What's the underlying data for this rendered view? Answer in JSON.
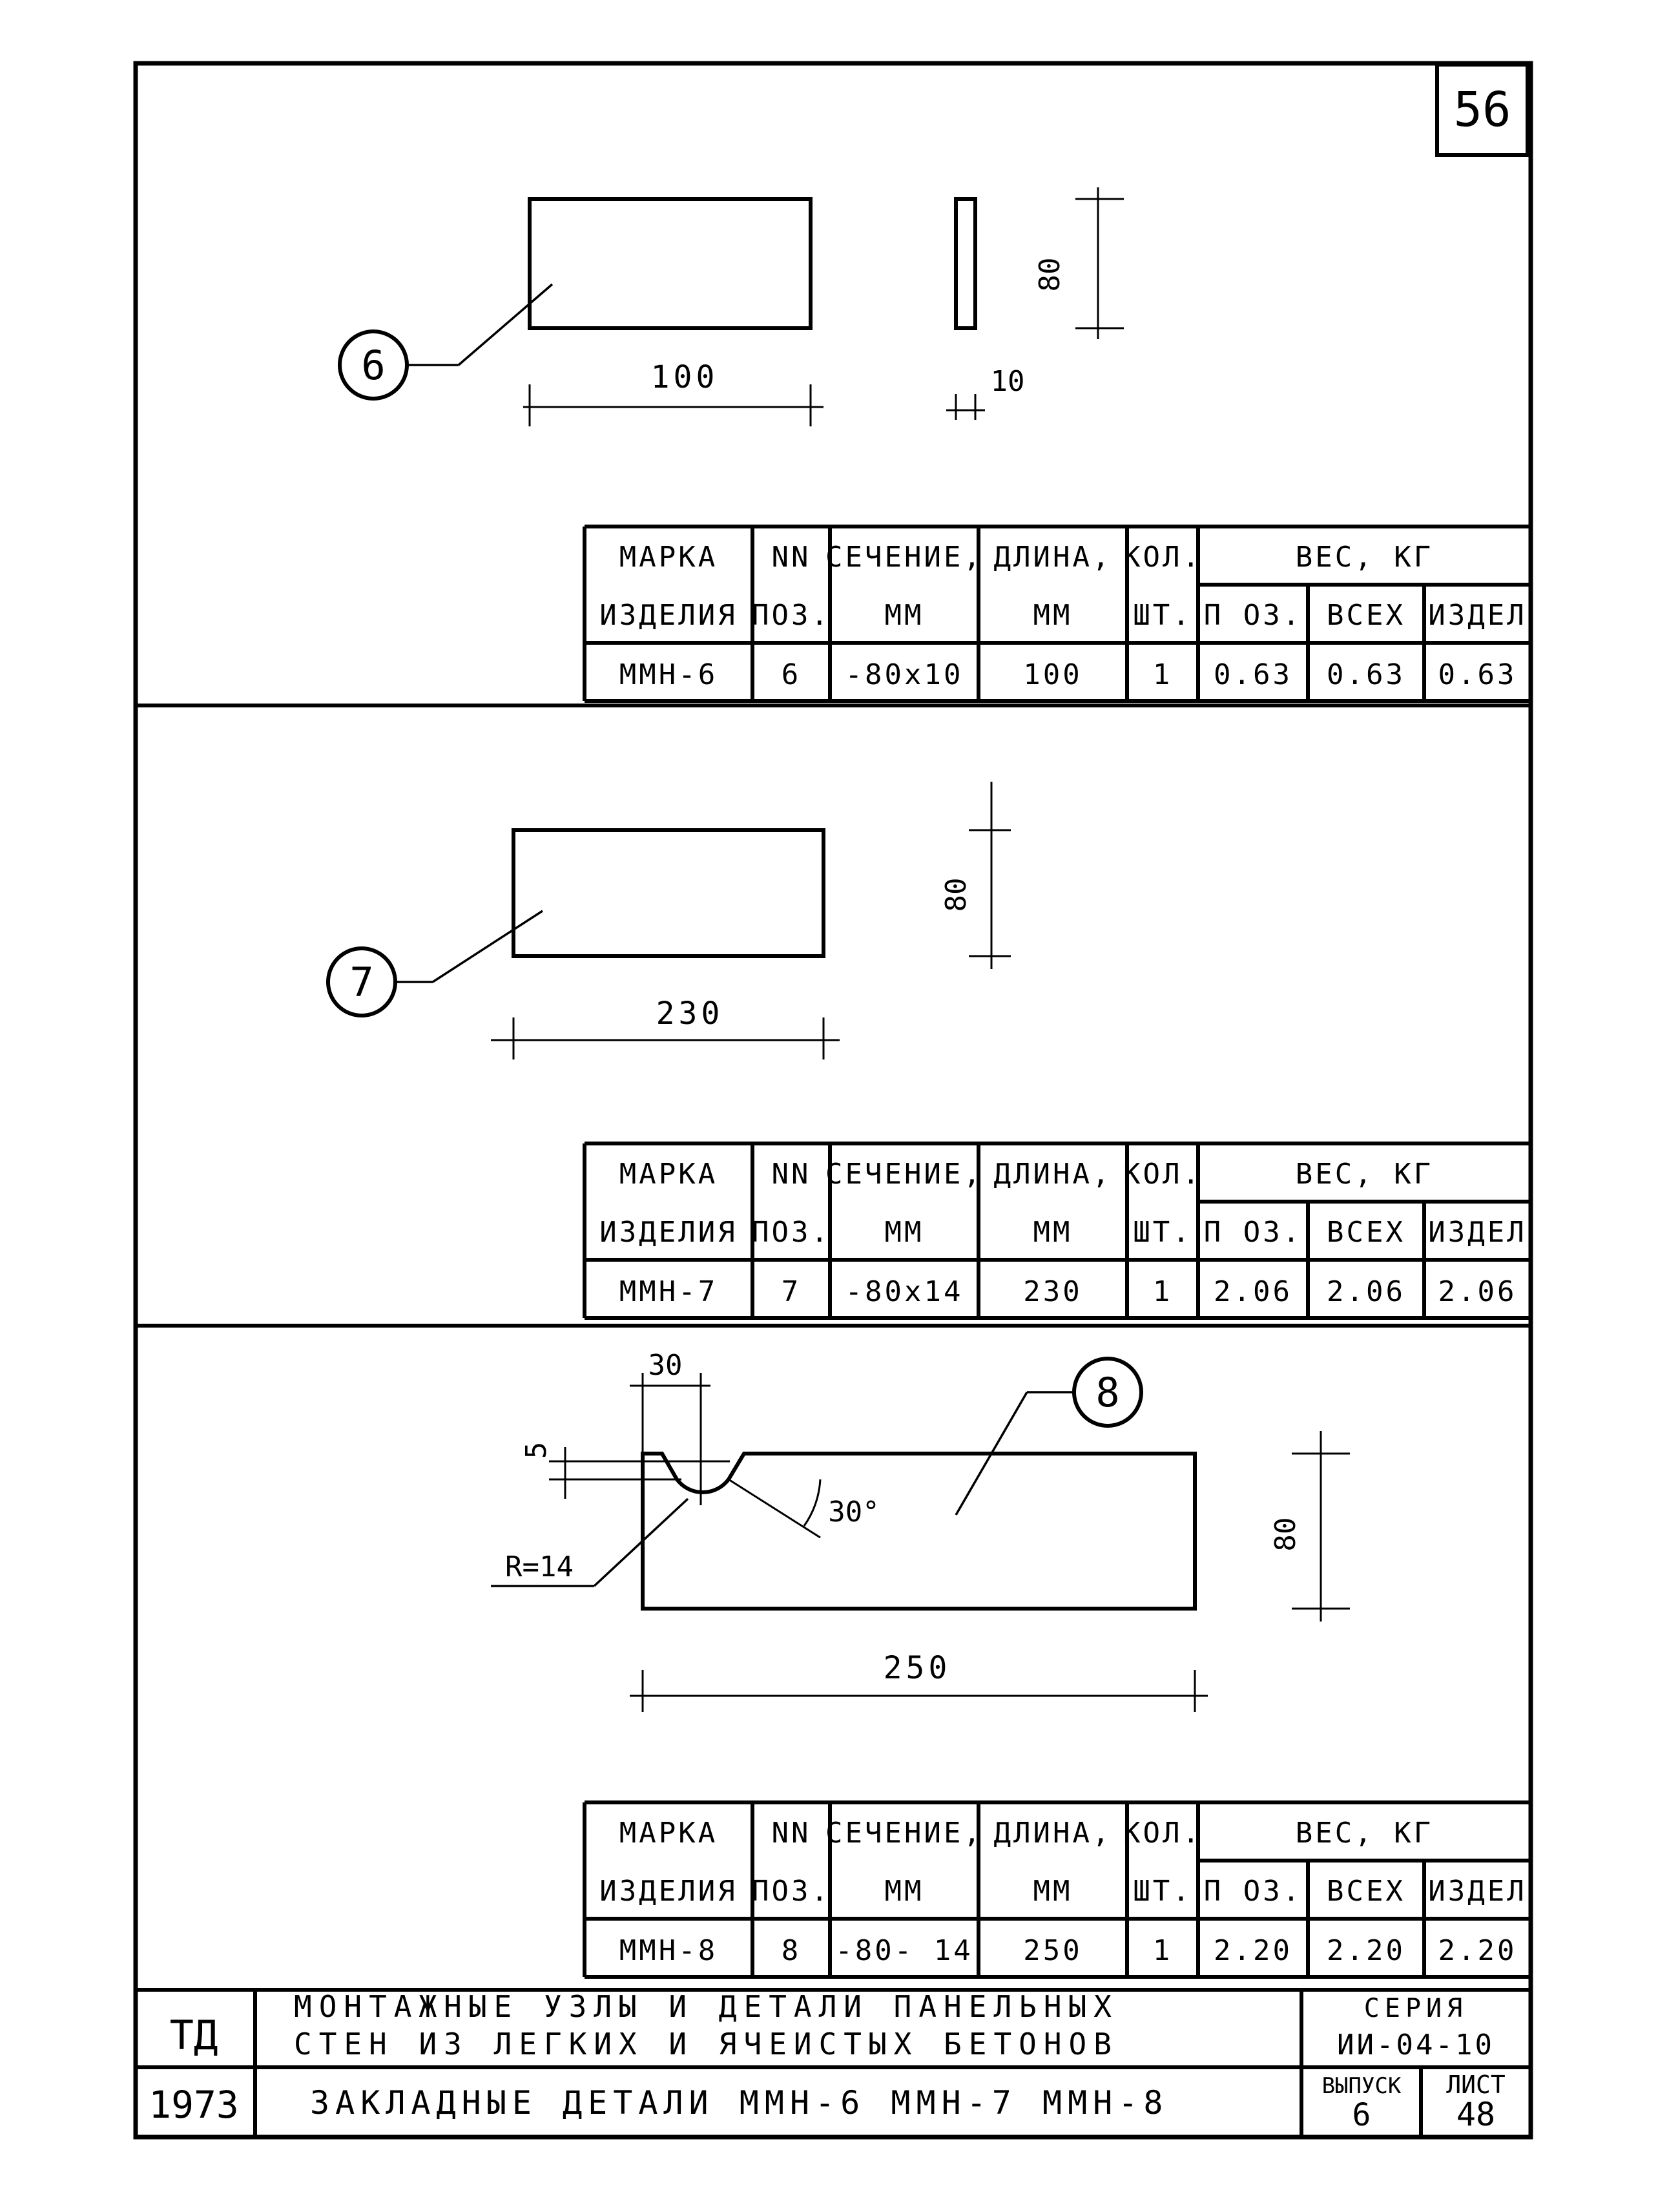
{
  "sheet": {
    "page_number": "56",
    "org": "ТД",
    "year": "1973",
    "title_line1": "МОНТАЖНЫЕ УЗЛЫ И ДЕТАЛИ ПАНЕЛЬНЫХ",
    "title_line2": "СТЕН ИЗ ЛЕГКИХ И ЯЧЕИСТЫХ БЕТОНОВ",
    "subtitle": "ЗАКЛАДНЫЕ ДЕТАЛИ ММН-6 ММН-7 ММН-8",
    "series_label": "СЕРИЯ",
    "series_value": "ИИ-04-10",
    "issue_label": "ВЫПУСК",
    "issue_value": "6",
    "sheet_label": "ЛИСТ",
    "sheet_value": "48"
  },
  "spec_headers": {
    "mark_1": "МАРКА",
    "mark_2": "ИЗДЕЛИЯ",
    "pos_1": "NN",
    "pos_2": "ПОЗ.",
    "section_1": "СЕЧЕНИЕ,",
    "section_2": "ММ",
    "length_1": "ДЛИНА,",
    "length_2": "ММ",
    "qty_1": "КОЛ.",
    "qty_2": "ШТ.",
    "weight": "ВЕС, КГ",
    "w_pos": "П ОЗ.",
    "w_all": "ВСЕХ",
    "w_item": "ИЗДЕЛ"
  },
  "details": [
    {
      "position": "6",
      "dims": {
        "length": "100",
        "height": "80",
        "thickness": "10"
      },
      "row": {
        "mark": "ММН-6",
        "pos": "6",
        "section": "-80х10",
        "length": "100",
        "qty": "1",
        "w_pos": "0.63",
        "w_all": "0.63",
        "w_item": "0.63"
      }
    },
    {
      "position": "7",
      "dims": {
        "length": "230",
        "height": "80"
      },
      "row": {
        "mark": "ММН-7",
        "pos": "7",
        "section": "-80х14",
        "length": "230",
        "qty": "1",
        "w_pos": "2.06",
        "w_all": "2.06",
        "w_item": "2.06"
      }
    },
    {
      "position": "8",
      "dims": {
        "length": "250",
        "height": "80",
        "notch_width": "30",
        "notch_depth": "5",
        "angle": "30°",
        "radius": "R=14"
      },
      "row": {
        "mark": "ММН-8",
        "pos": "8",
        "section": "-80- 14",
        "length": "250",
        "qty": "1",
        "w_pos": "2.20",
        "w_all": "2.20",
        "w_item": "2.20"
      }
    }
  ]
}
